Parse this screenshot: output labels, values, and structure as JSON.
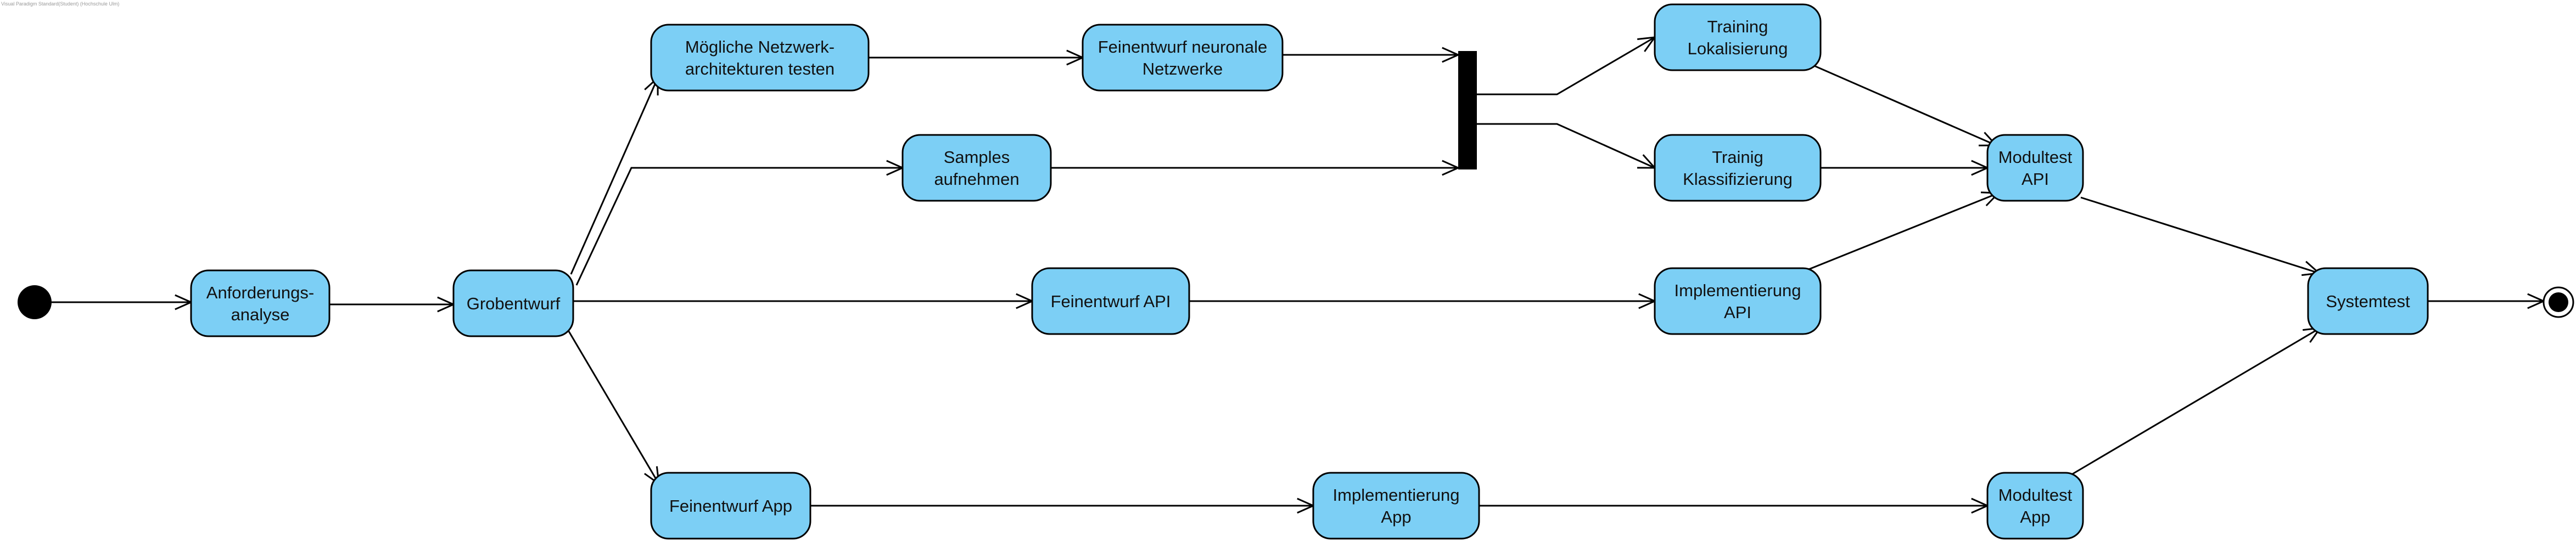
{
  "caption": "Visual Paradigm Standard(Student) (Hochschule Ulm)",
  "colors": {
    "node_fill": "#7ccff5",
    "stroke": "#000000",
    "text": "#111111",
    "background": "#ffffff"
  },
  "diagram": {
    "type": "uml-activity",
    "nodes": [
      {
        "id": "anforderungsanalyse",
        "lines": [
          "Anforderungs-",
          "analyse"
        ]
      },
      {
        "id": "grobentwurf",
        "lines": [
          "Grobentwurf"
        ]
      },
      {
        "id": "netzwerkarchitekturen",
        "lines": [
          "Mögliche Netzwerk-",
          "architekturen testen"
        ]
      },
      {
        "id": "feinentwurf-nn",
        "lines": [
          "Feinentwurf neuronale",
          "Netzwerke"
        ]
      },
      {
        "id": "samples",
        "lines": [
          "Samples",
          "aufnehmen"
        ]
      },
      {
        "id": "training-lokalisierung",
        "lines": [
          "Training",
          "Lokalisierung"
        ]
      },
      {
        "id": "training-klassifizierung",
        "lines": [
          "Trainig",
          "Klassifizierung"
        ]
      },
      {
        "id": "feinentwurf-api",
        "lines": [
          "Feinentwurf API"
        ]
      },
      {
        "id": "implementierung-api",
        "lines": [
          "Implementierung",
          "API"
        ]
      },
      {
        "id": "modultest-api",
        "lines": [
          "Modultest",
          "API"
        ]
      },
      {
        "id": "feinentwurf-app",
        "lines": [
          "Feinentwurf App"
        ]
      },
      {
        "id": "implementierung-app",
        "lines": [
          "Implementierung",
          "App"
        ]
      },
      {
        "id": "modultest-app",
        "lines": [
          "Modultest",
          "App"
        ]
      },
      {
        "id": "systemtest",
        "lines": [
          "Systemtest"
        ]
      }
    ],
    "pseudo_nodes": [
      {
        "id": "initial",
        "kind": "initial"
      },
      {
        "id": "fork",
        "kind": "fork"
      },
      {
        "id": "final",
        "kind": "final"
      }
    ],
    "edges": [
      {
        "from": "initial",
        "to": "anforderungsanalyse"
      },
      {
        "from": "anforderungsanalyse",
        "to": "grobentwurf"
      },
      {
        "from": "grobentwurf",
        "to": "netzwerkarchitekturen"
      },
      {
        "from": "grobentwurf",
        "to": "samples"
      },
      {
        "from": "grobentwurf",
        "to": "feinentwurf-api"
      },
      {
        "from": "grobentwurf",
        "to": "feinentwurf-app"
      },
      {
        "from": "netzwerkarchitekturen",
        "to": "feinentwurf-nn"
      },
      {
        "from": "feinentwurf-nn",
        "to": "fork"
      },
      {
        "from": "samples",
        "to": "fork"
      },
      {
        "from": "fork",
        "to": "training-lokalisierung"
      },
      {
        "from": "fork",
        "to": "training-klassifizierung"
      },
      {
        "from": "training-lokalisierung",
        "to": "modultest-api"
      },
      {
        "from": "training-klassifizierung",
        "to": "modultest-api"
      },
      {
        "from": "feinentwurf-api",
        "to": "implementierung-api"
      },
      {
        "from": "implementierung-api",
        "to": "modultest-api"
      },
      {
        "from": "modultest-api",
        "to": "systemtest"
      },
      {
        "from": "feinentwurf-app",
        "to": "implementierung-app"
      },
      {
        "from": "implementierung-app",
        "to": "modultest-app"
      },
      {
        "from": "modultest-app",
        "to": "systemtest"
      },
      {
        "from": "systemtest",
        "to": "final"
      }
    ]
  }
}
